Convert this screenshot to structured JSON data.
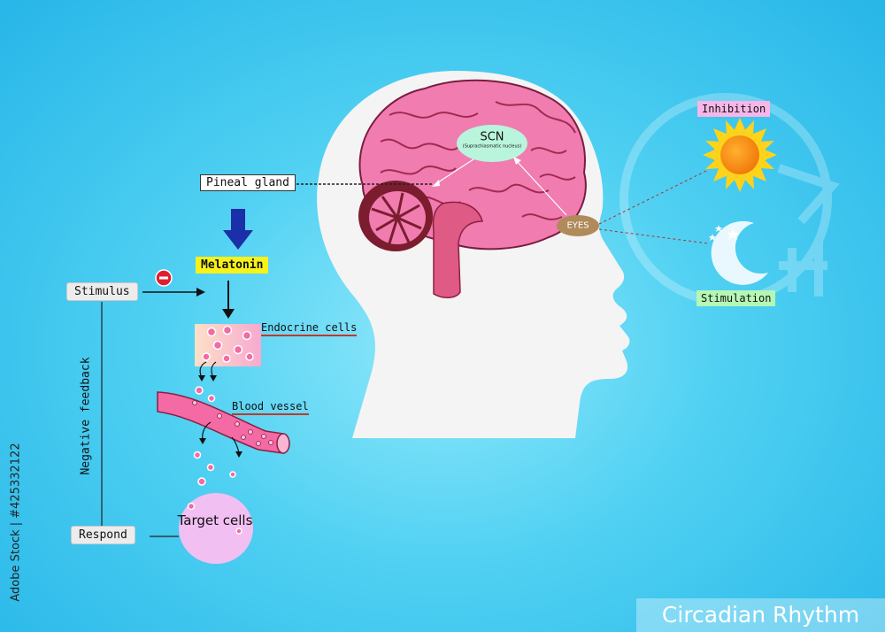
{
  "labels": {
    "pineal_gland": "Pineal gland",
    "melatonin": "Melatonin",
    "stimulus": "Stimulus",
    "respond": "Respond",
    "endocrine_cells": "Endocrine cells",
    "blood_vessel": "Blood vessel",
    "negative_feedback": "Negative feedback",
    "target_cells": "Target cells",
    "scn": "SCN",
    "scn_full": "(Suprachiasmatic nucleus)",
    "eyes": "EYES",
    "inhibition": "Inhibition",
    "stimulation": "Stimulation"
  },
  "watermark": {
    "credit": "Adobe Stock | #425332122"
  },
  "title": "Circadian Rhythm",
  "colors": {
    "background": "#4fd0f2",
    "brain": "#e8548c",
    "melatonin_highlight": "#f6f21a",
    "inhibition_bg": "#f6b6e8",
    "stimulation_bg": "#b5f7b5",
    "arrow_blue": "#1a2fa8"
  },
  "icons": [
    "sun-icon",
    "moon-icon",
    "minus-sign-icon",
    "brain-icon",
    "head-silhouette-icon"
  ]
}
